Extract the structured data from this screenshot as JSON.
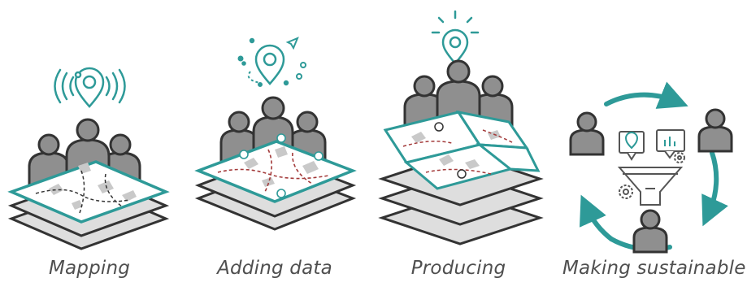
{
  "colors": {
    "teal": "#2e9a98",
    "dark": "#333333",
    "gray": "#8f8f8f",
    "layer": "#dedede",
    "red": "#a33a3a"
  },
  "stages": [
    {
      "label": "Mapping",
      "icons": [
        "location-pin-icon",
        "signal-waves-icon",
        "people-icon",
        "layered-map-icon"
      ]
    },
    {
      "label": "Adding data",
      "icons": [
        "location-pin-icon",
        "paper-plane-icon",
        "people-icon",
        "layered-map-icon"
      ]
    },
    {
      "label": "Producing",
      "icons": [
        "lightbulb-pin-icon",
        "people-icon",
        "folded-map-icon",
        "layer-stack-icon"
      ]
    },
    {
      "label": "Making sustainable",
      "icons": [
        "cycle-arrows-icon",
        "funnel-icon",
        "chart-icon",
        "gear-icon",
        "people-icon"
      ]
    }
  ]
}
